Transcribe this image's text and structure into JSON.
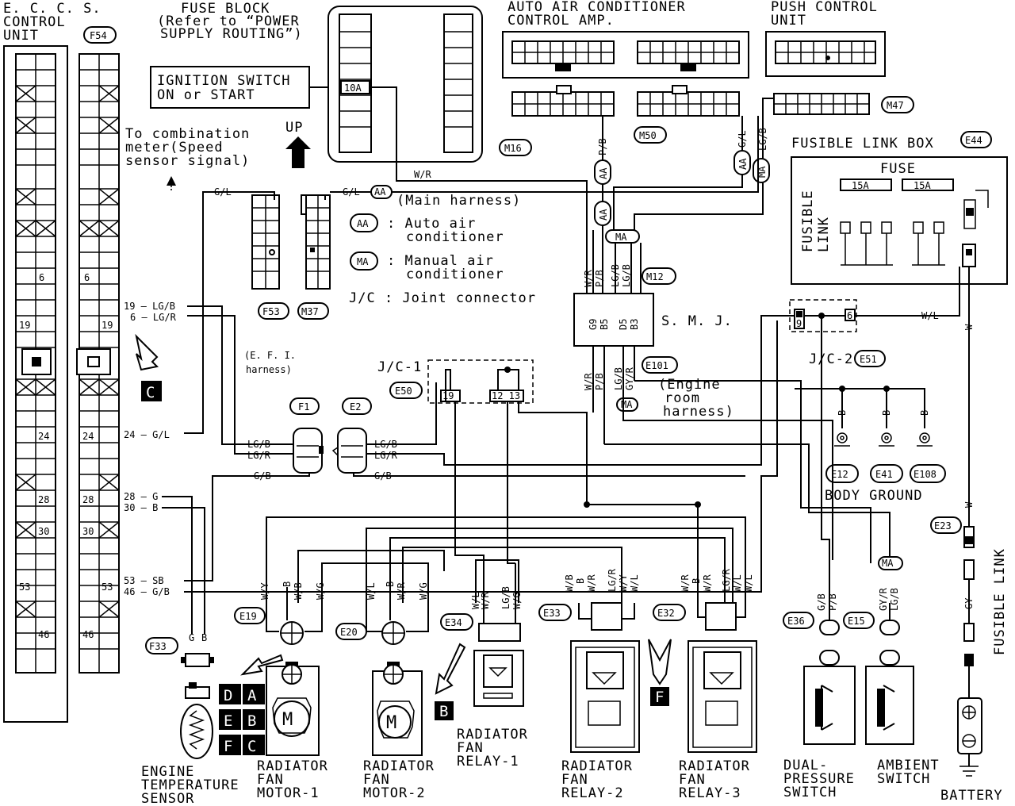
{
  "components": {
    "eccs": "E. C. C. S.",
    "eccs2": "CONTROL",
    "eccs3": "UNIT",
    "f54": "F54",
    "fuse_block": "FUSE BLOCK",
    "fuse_ref1": "(Refer to “POWER",
    "fuse_ref2": "SUPPLY ROUTING”)",
    "ign1": "IGNITION SWITCH",
    "ign2": "ON or START",
    "fuse10a": "10A",
    "aac1": "AUTO AIR CONDITIONER",
    "aac2": "CONTROL AMP.",
    "push1": "PUSH CONTROL",
    "push2": "UNIT",
    "m47": "M47",
    "m50": "M50",
    "m16": "M16",
    "fusible_box": "FUSIBLE LINK BOX",
    "e44": "E44",
    "fuse": "FUSE",
    "f15a_1": "15A",
    "f15a_2": "15A",
    "fusible_link": "FUSIBLE",
    "fusible_link2": "LINK",
    "combo1": "To combination",
    "combo2": "meter(Speed",
    "combo3": "sensor signal)",
    "up": "UP",
    "main_harness": "(Main harness)",
    "aa_code": "AA",
    "aa_desc1": ": Auto air",
    "aa_desc2": "conditioner",
    "ma_code": "MA",
    "ma_desc1": ": Manual air",
    "ma_desc2": "conditioner",
    "jc_desc": "J/C : Joint connector",
    "m12": "M12",
    "smj": "S. M. J.",
    "e101": "E101",
    "f53": "F53",
    "m37": "M37",
    "efi1": "(E. F. I.",
    "efi2": "harness)",
    "jc1": "J/C-1",
    "e50": "E50",
    "jc2": "J/C-2",
    "e51": "E51",
    "engine_room1": "(Engine",
    "engine_room2": "room",
    "engine_room3": "harness)",
    "f1": "F1",
    "e2": "E2",
    "e12": "E12",
    "e41": "E41",
    "e108": "E108",
    "body_ground": "BODY GROUND",
    "e23": "E23",
    "fusible_link_v": "FUSIBLE LINK",
    "f33": "F33",
    "e19": "E19",
    "e20": "E20",
    "e34": "E34",
    "e33": "E33",
    "e32": "E32",
    "e36": "E36",
    "e15": "E15",
    "ets1": "ENGINE",
    "ets2": "TEMPERATURE",
    "ets3": "SENSOR",
    "rfm1_1": "RADIATOR",
    "rfm1_2": "FAN",
    "rfm1_3": "MOTOR-1",
    "rfm2_1": "RADIATOR",
    "rfm2_2": "FAN",
    "rfm2_3": "MOTOR-2",
    "rfr1_1": "RADIATOR",
    "rfr1_2": "FAN",
    "rfr1_3": "RELAY-1",
    "rfr2_1": "RADIATOR",
    "rfr2_2": "FAN",
    "rfr2_3": "RELAY-2",
    "rfr3_1": "RADIATOR",
    "rfr3_2": "FAN",
    "rfr3_3": "RELAY-3",
    "dps1": "DUAL-",
    "dps2": "PRESSURE",
    "dps3": "SWITCH",
    "amb1": "AMBIENT",
    "amb2": "SWITCH",
    "battery": "BATTERY"
  },
  "pins": {
    "p6a": "6",
    "p6b": "6",
    "p19a": "19",
    "p19b": "19",
    "p24a": "24",
    "p24b": "24",
    "p28a": "28",
    "p28b": "28",
    "p30a": "30",
    "p30b": "30",
    "p53a": "53",
    "p53b": "53",
    "p46a": "46",
    "p46b": "46",
    "jc1_pins": "19",
    "jc1_pins2": "12 13",
    "jc2_pin9": "9",
    "jc2_pin6": "6",
    "smj1": "G9",
    "smj2": "B5",
    "smj3": "D5",
    "smj4": "B3"
  },
  "wires": {
    "w19": "19 — LG/B",
    "w6": "6 — LG/R",
    "w24": "24 — G/L",
    "w28": "28 — G",
    "w30": "30 — B",
    "w53": "53 — SB",
    "w46": "46 — G/B",
    "gl_top": "G/L",
    "gl_aa": "G/L",
    "wr_top": "W/R",
    "pb": "P/B",
    "gl_r": "G/L",
    "lgb_r": "LG/B",
    "wr1": "W/R",
    "pb1": "P/B",
    "lgb1": "LG/B",
    "lgb2": "LG/B",
    "wr2": "W/R",
    "pb2": "P/B",
    "lgb3": "LG/B",
    "gyr": "GY/R",
    "lgb_f1": "LG/B",
    "lgr_f1": "LG/R",
    "gb_f1": "G/B",
    "lgb_e2": "LG/B",
    "lgr_e2": "LG/R",
    "gb_e2": "G/B",
    "wl_jc2": "W/L",
    "w_vert": "W",
    "w_low": "W",
    "gy": "GY",
    "b1": "B",
    "b2": "B",
    "b3": "B",
    "m1a": "W/Y",
    "m1b": "B",
    "m1c": "W/B",
    "m1d": "W/G",
    "m2a": "W/L",
    "m2b": "B",
    "m2c": "W/R",
    "m2d": "W/G",
    "r1a": "W/L",
    "r1b": "W/R",
    "r1c": "LG/B",
    "r1d": "W/G",
    "r2a": "W/B",
    "r2b": "B",
    "r2c": "W/R",
    "r2d": "LG/R",
    "r2e": "W/Y",
    "r2f": "W/L",
    "r3a": "W/R",
    "r3b": "B",
    "r3c": "W/R",
    "r3d": "LG/R",
    "r3e": "W/L",
    "r3f": "W/L",
    "dpa": "G/B",
    "dpb": "P/B",
    "ama": "GY/R",
    "amb": "LG/B",
    "ets_g": "G",
    "ets_b": "B"
  },
  "markers": {
    "c": "C",
    "b": "B",
    "f": "F",
    "grid": [
      "D",
      "A",
      "E",
      "B",
      "F",
      "C"
    ]
  }
}
